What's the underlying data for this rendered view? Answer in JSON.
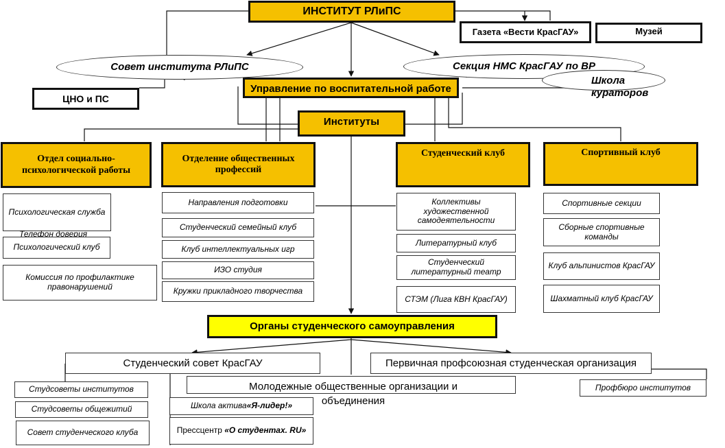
{
  "top": {
    "institute": "ИНСТИТУТ РЛиПС",
    "newspaper": "Газета «Вести КрасГАУ»",
    "museum": "Музей"
  },
  "council": "Совет института РЛиПС",
  "section_nms": "Секция НМС КрасГАУ по ВР",
  "curators_school": "Школа кураторов",
  "cno": "ЦНО и ПС",
  "management": "Управление по воспитательной работе",
  "institutes": "Институты",
  "departments": [
    {
      "title": "Отдел социально-психологической работы",
      "items": [
        "Психологическая служба",
        "Телефон доверия",
        "Психологический клуб",
        "Комиссия по профилактике правонарушений"
      ]
    },
    {
      "title": "Отделение общественных профессий",
      "items": [
        "Направления подготовки",
        "Студенческий семейный клуб",
        "Клуб интеллектуальных игр",
        "ИЗО студия",
        "Кружки прикладного творчества"
      ]
    },
    {
      "title": "Студенческий клуб",
      "items": [
        "Коллективы художественной самодеятельности",
        "Литературный клуб",
        "Студенческий литературный театр",
        "СТЭМ (Лига КВН КрасГАУ)"
      ]
    },
    {
      "title": "Спортивный клуб",
      "items": [
        "Спортивные секции",
        "Сборные спортивные команды",
        "Клуб альпинистов КрасГАУ",
        "Шахматный клуб КрасГАУ"
      ]
    }
  ],
  "self_gov": "Органы студенческого самоуправления",
  "student_council": {
    "title": "Студенческий совет КрасГАУ",
    "items": [
      "Студсоветы институтов",
      "Студсоветы общежитий",
      "Совет студенческого клуба"
    ]
  },
  "trade_union": {
    "title": "Первичная профсоюзная студенческая организация",
    "items": [
      "Профбюро институтов"
    ]
  },
  "youth_orgs": {
    "title": "Молодежные общественные организации и объединения",
    "activist_prefix": "Школа актива ",
    "activist_name": "«Я-лидер!»",
    "press_prefix": "Прессцентр ",
    "press_name": "«О студентах. RU»"
  }
}
